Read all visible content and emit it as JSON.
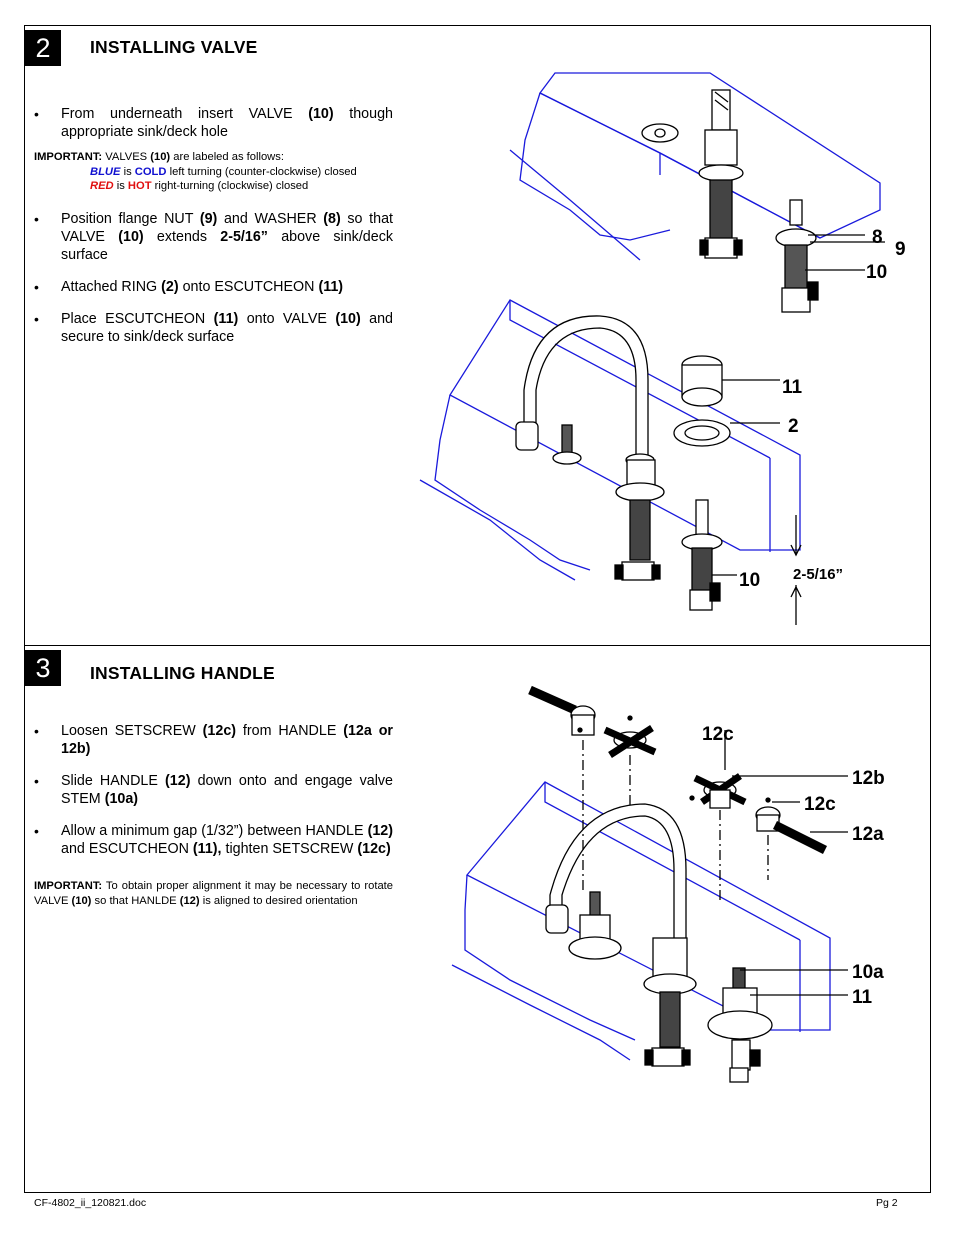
{
  "section2": {
    "number": "2",
    "title": "INSTALLING VALVE",
    "bullets": [
      {
        "pre": "From underneath insert VALVE ",
        "b1": "(10)",
        "post": " though appropriate sink/deck hole"
      },
      {
        "pre": "Position flange NUT ",
        "b1": "(9)",
        "mid1": " and WASHER ",
        "b2": "(8)",
        "mid2": " so that VALVE ",
        "b3": "(10)",
        "mid3": " extends ",
        "b4": "2-5/16”",
        "post": " above sink/deck surface"
      },
      {
        "pre": "Attached RING ",
        "b1": "(2)",
        "mid1": " onto ESCUTCHEON ",
        "b2": "(11)"
      },
      {
        "pre": "Place ESCUTCHEON ",
        "b1": "(11)",
        "mid1": " onto VALVE ",
        "b2": "(10)",
        "post": " and secure to sink/deck surface"
      }
    ],
    "important": {
      "label": "IMPORTANT:",
      "text_pre": "  VALVES ",
      "b": "(10)",
      "text_post": " are labeled as follows:",
      "blue_word": "BLUE",
      "is1": " is ",
      "cold": "COLD",
      "cold_desc": " left turning (counter-clockwise) closed",
      "red_word": "RED",
      "is2": " is ",
      "hot": "HOT",
      "hot_desc": " right-turning (clockwise) closed"
    },
    "callouts": [
      "8",
      "9",
      "10",
      "11",
      "2",
      "10"
    ],
    "dimension": "2-5/16”"
  },
  "section3": {
    "number": "3",
    "title": "INSTALLING HANDLE",
    "bullets": [
      {
        "pre": "Loosen SETSCREW ",
        "b1": "(12c)",
        "mid1": " from HANDLE ",
        "b2": "(12a or 12b)"
      },
      {
        "pre": "Slide HANDLE ",
        "b1": "(12)",
        "mid1": " down onto and engage valve STEM ",
        "b2": "(10a)"
      },
      {
        "pre": "Allow a minimum gap (1/32”) between HANDLE ",
        "b1": "(12)",
        "mid1": " and ESCUTCHEON ",
        "b2": "(11),",
        "mid2": " tighten SETSCREW ",
        "b3": "(12c)"
      }
    ],
    "important": {
      "label": "IMPORTANT:",
      "t1": "  To obtain proper alignment it may be necessary to rotate VALVE ",
      "b1": "(10)",
      "t2": " so that HANLDE ",
      "b2": "(12)",
      "t3": " is aligned to desired orientation"
    },
    "callouts": [
      "12c",
      "12b",
      "12c",
      "12a",
      "10a",
      "11"
    ]
  },
  "footer": {
    "doc": "CF-4802_ii_120821.doc",
    "page": "Pg 2"
  },
  "colors": {
    "outline_blue": "#1a1adc",
    "ink": "#000000"
  }
}
